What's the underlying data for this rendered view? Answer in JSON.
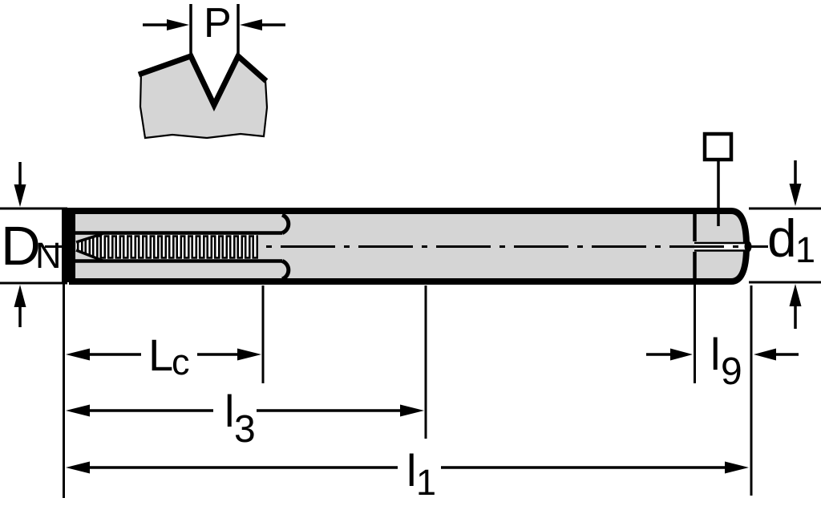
{
  "diagram": {
    "type": "technical-drawing",
    "subject": "machine-tap-side-view-with-dimensions",
    "pitch_detail": {
      "label": "P"
    },
    "labels": {
      "nominal_diameter": {
        "main": "D",
        "sub": "N"
      },
      "shank_diameter": {
        "main": "d",
        "sub": "1"
      },
      "thread_length": {
        "main": "L",
        "sub": "c"
      },
      "neck_length": {
        "main": "l",
        "sub": "3"
      },
      "overall_length": {
        "main": "l",
        "sub": "1"
      },
      "square_length": {
        "main": "l",
        "sub": "9"
      }
    },
    "symbols": {
      "square_drive": "square-outline"
    },
    "colors": {
      "line": "#000000",
      "body_fill": "#d5d5d5",
      "background": "#ffffff"
    }
  }
}
